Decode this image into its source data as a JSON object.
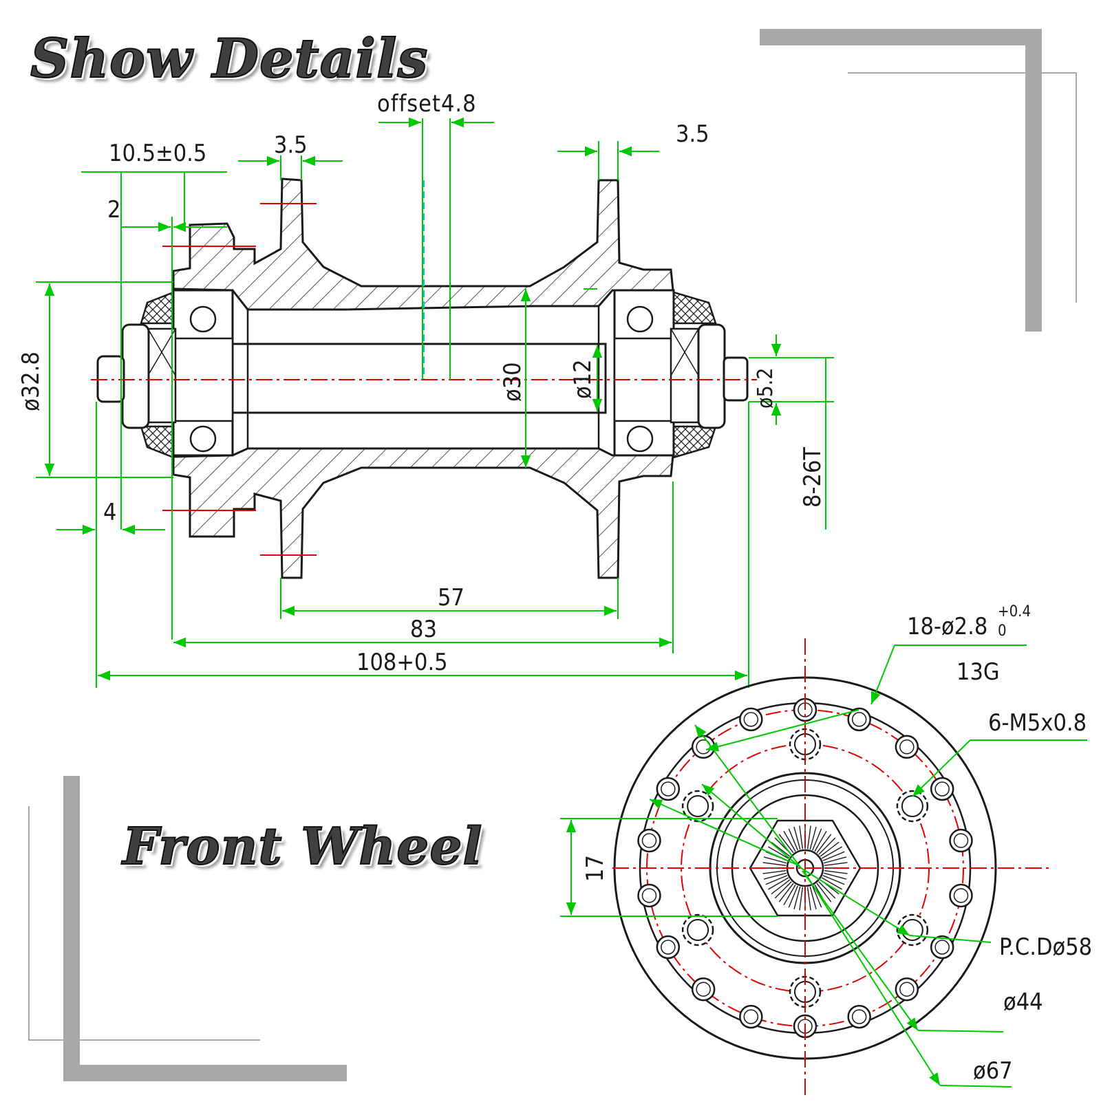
{
  "headings": {
    "top": "Show Details",
    "bottom": "Front Wheel"
  },
  "colors": {
    "dimension": "#00c800",
    "centerline": "#e00000",
    "hidden": "#00c8e6",
    "outline": "#1a1a1a",
    "frame": "#a8a8a8"
  },
  "side_view": {
    "offset": "offset4.8",
    "flange_left": "3.5",
    "flange_right": "3.5",
    "locknut": "10.5±0.5",
    "spacer": "2",
    "body_dia": "ø32.8",
    "end_cap": "4",
    "shell_dia": "ø30",
    "axle_dia": "ø12",
    "axle_end_dia": "ø5.2",
    "thread": "8-26T",
    "flange_span": "57",
    "shell_width": "83",
    "over_locknut": "108+0.5"
  },
  "end_view": {
    "spoke_holes": "18-ø2.8",
    "tolerance_upper": "+0.4",
    "tolerance_lower": "0",
    "gauge": "13G",
    "rotor_bolts": "6-M5x0.8",
    "hex_size": "17",
    "pcd": "P.C.Dø58",
    "bolt_circle": "ø44",
    "flange_dia": "ø67"
  }
}
